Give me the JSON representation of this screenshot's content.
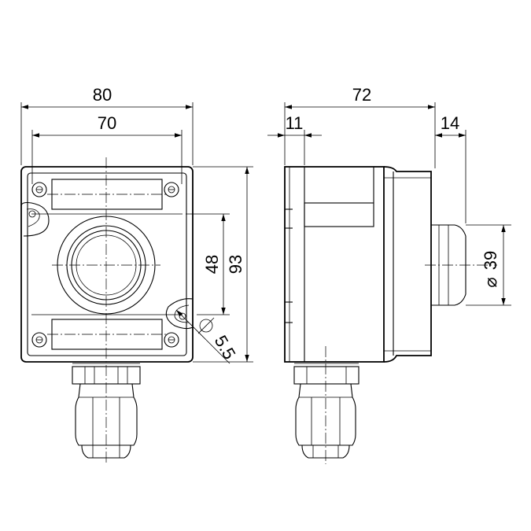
{
  "front_view": {
    "width_outer": "80",
    "width_mounting": "70",
    "height_mounting": "48",
    "height_total": "93",
    "hole_diameter": "5.5",
    "diameter_symbol": "⌀"
  },
  "side_view": {
    "depth_total": "72",
    "flange_depth": "11",
    "button_protrusion": "14",
    "button_diameter": "39",
    "diameter_symbol": "⌀"
  },
  "colors": {
    "line": "#000000",
    "background": "#ffffff"
  }
}
